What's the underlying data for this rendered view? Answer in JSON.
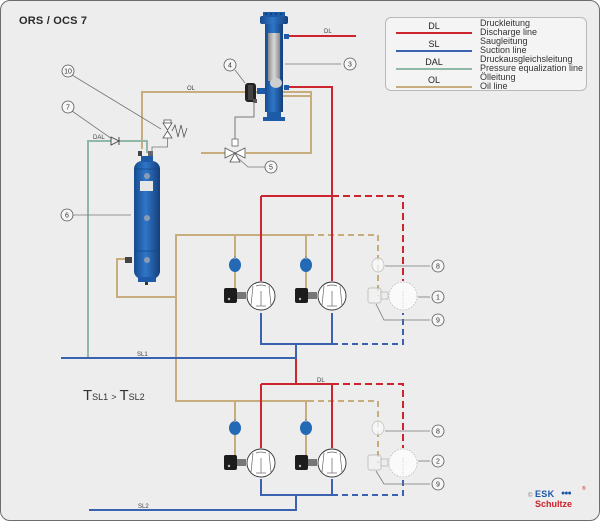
{
  "title": "ORS / OCS 7",
  "colors": {
    "discharge": "#cc2530",
    "suction": "#3a62b0",
    "equalization": "#8fb8a6",
    "oil": "#c8ad7c",
    "vessel": "#1f5fae",
    "background": "#ededed"
  },
  "legend": [
    {
      "code": "DL",
      "de": "Druckleitung",
      "en": "Discharge line",
      "color": "#cc2530"
    },
    {
      "code": "SL",
      "de": "Saugleitung",
      "en": "Suction line",
      "color": "#3a62b0"
    },
    {
      "code": "DAL",
      "de": "Druckausgleichsleitung",
      "en": "Pressure equalization line",
      "color": "#8fb8a6"
    },
    {
      "code": "OL",
      "de": "Ölleitung",
      "en": "Oil line",
      "color": "#c8ad7c"
    }
  ],
  "line_labels": {
    "dl_top": "DL",
    "ol_top": "OL",
    "dal": "DAL",
    "sl1": "SL1",
    "dl_bottom": "DL",
    "sl2": "SL2"
  },
  "callouts": {
    "c1": "1",
    "c2": "2",
    "c3": "3",
    "c4": "4",
    "c5": "5",
    "c6": "6",
    "c7": "7",
    "c8a": "8",
    "c8b": "8",
    "c9a": "9",
    "c9b": "9",
    "c10": "10"
  },
  "temperature_note": {
    "t1": "T",
    "s1": "SL1",
    "gt": ">",
    "t2": "T",
    "s2": "SL2"
  },
  "logo": {
    "copyright": "©",
    "line1": "ESK",
    "dots": "●●●",
    "registered": "®",
    "line2": "Schultze"
  }
}
